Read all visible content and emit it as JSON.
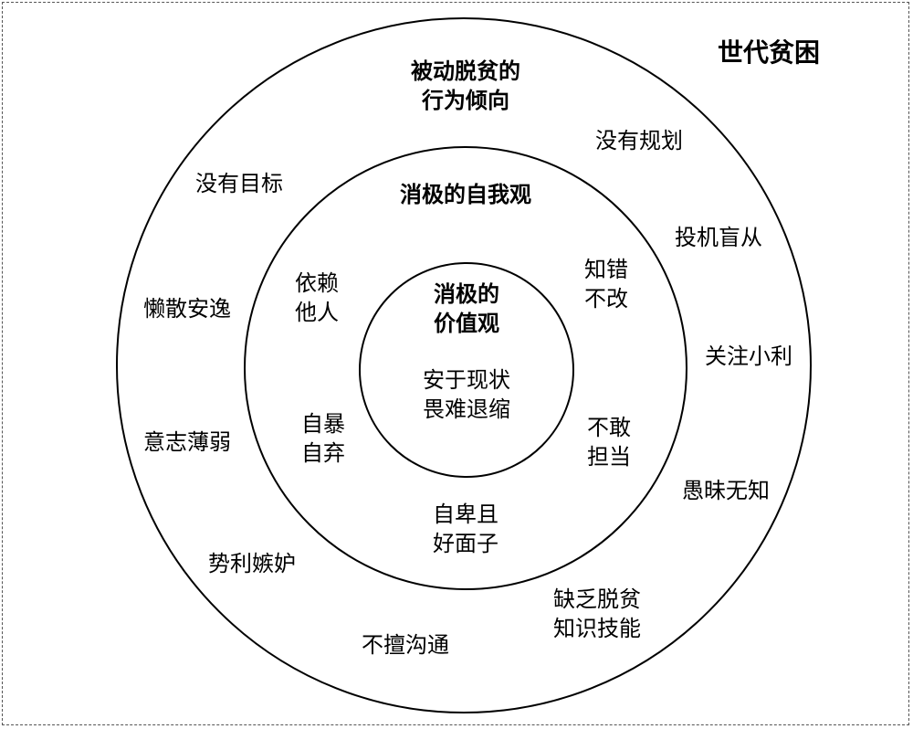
{
  "title": "世代贫困",
  "outer_ring": {
    "heading": "被动脱贫的\n行为倾向",
    "items": [
      "没有规划",
      "投机盲从",
      "关注小利",
      "愚昧无知",
      "缺乏脱贫\n知识技能",
      "不擅沟通",
      "势利嫉妒",
      "意志薄弱",
      "懒散安逸",
      "没有目标"
    ]
  },
  "middle_ring": {
    "heading": "消极的自我观",
    "items": [
      "知错\n不改",
      "不敢\n担当",
      "自卑且\n好面子",
      "自暴\n自弃",
      "依赖\n他人"
    ]
  },
  "inner_circle": {
    "heading": "消极的\n价值观",
    "items": [
      "安于现状\n畏难退缩"
    ]
  }
}
